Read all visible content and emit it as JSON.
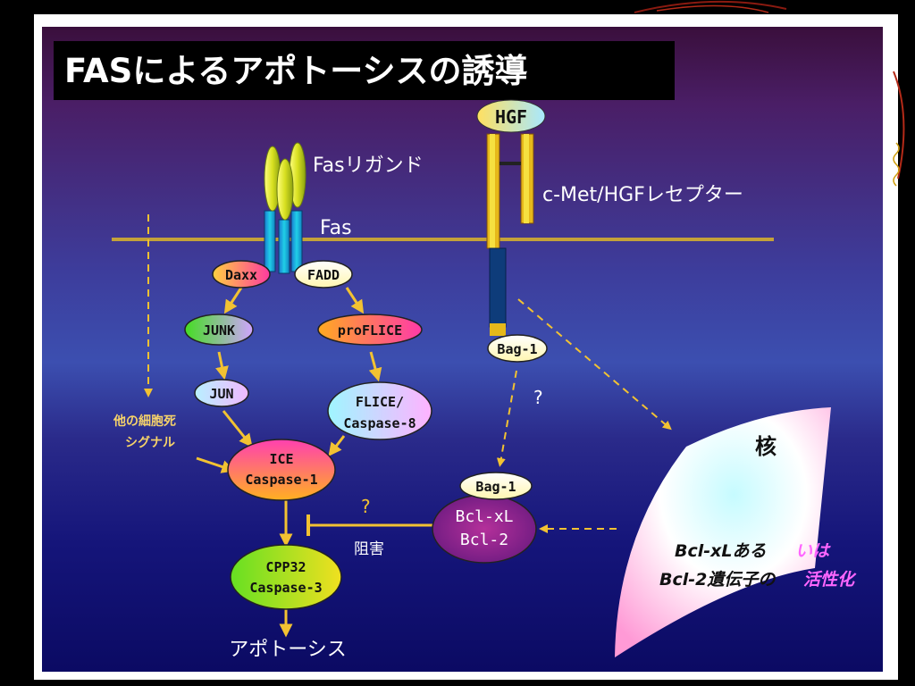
{
  "slide": {
    "title": "FASによるアポトーシスの誘導"
  },
  "diagram": {
    "ligand": "Fasリガンド",
    "receptor": "Fas",
    "hgf": "HGF",
    "cmet": "c-Met/HGFレセプター",
    "daxx": "Daxx",
    "fadd": "FADD",
    "junk": "JUNK",
    "proflice": "proFLICE",
    "jun": "JUN",
    "flice_line1": "FLICE/",
    "flice_line2": "Caspase-8",
    "bag1_top": "Bag-1",
    "question_top": "?",
    "other_signal_line1": "他の細胞死",
    "other_signal_line2": "シグナル",
    "ice_line1": "ICE",
    "ice_line2": "Caspase-1",
    "bag1_bottom": "Bag-1",
    "bcl_line1": "Bcl-xL",
    "bcl_line2": "Bcl-2",
    "question_mid": "?",
    "inhibit": "阻害",
    "nucleus": "核",
    "nucleus_text_line1_a": "Bcl-xLある",
    "nucleus_text_line1_b": "いは",
    "nucleus_text_line2_a": "Bcl-2遺伝子の",
    "nucleus_text_line2_b": "活性化",
    "cpp32_line1": "CPP32",
    "cpp32_line2": "Caspase-3",
    "apoptosis": "アポトーシス"
  },
  "colors": {
    "membrane": "#c4a23a",
    "arrow": "#f2c232",
    "highlight_pink": "#ff66ff"
  }
}
